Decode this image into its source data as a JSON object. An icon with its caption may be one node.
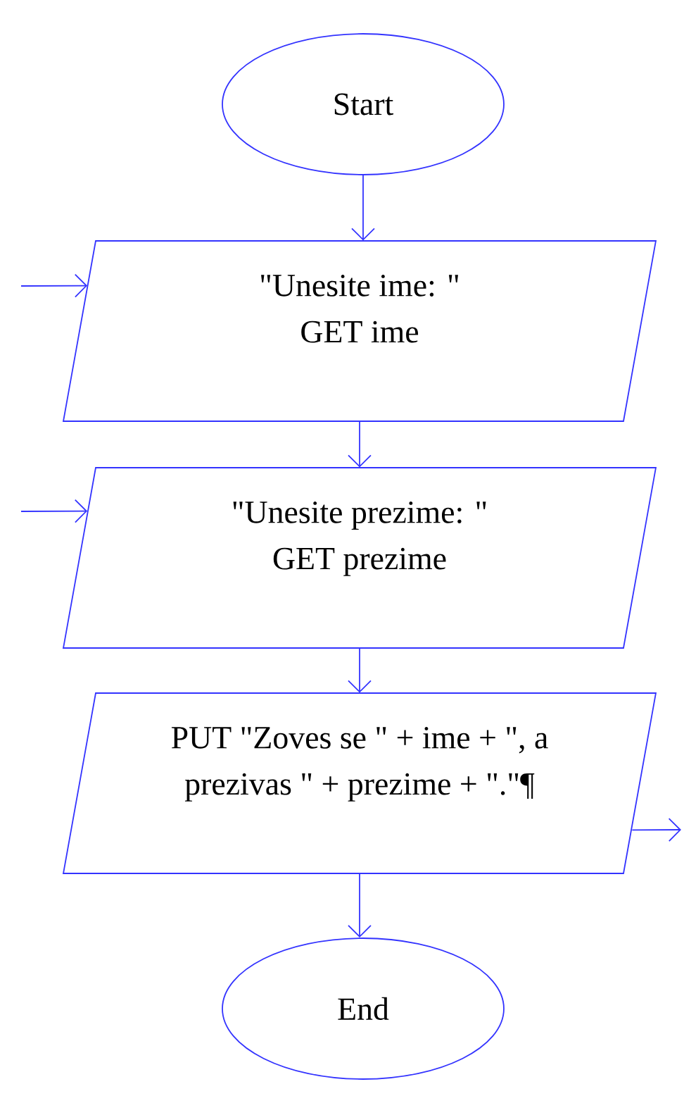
{
  "diagram": {
    "nodes": [
      {
        "text": [
          "Start"
        ]
      },
      {
        "text": [
          "\"Unesite ime: \"",
          "GET ime"
        ]
      },
      {
        "text": [
          "\"Unesite prezime: \"",
          "GET prezime"
        ]
      },
      {
        "text": [
          "PUT \"Zoves se \" + ime + \", a prezivas \" + prezime + \".\"¶"
        ]
      },
      {
        "text": [
          "End"
        ]
      }
    ],
    "edges": [
      {
        "from": 0,
        "to": 1,
        "arrow": "to"
      },
      {
        "from": null,
        "to": 1,
        "arrow": "to"
      },
      {
        "from": 1,
        "to": 2,
        "arrow": "to"
      },
      {
        "from": null,
        "to": 2,
        "arrow": "to"
      },
      {
        "from": 2,
        "to": 3,
        "arrow": "to"
      },
      {
        "from": 3,
        "to": null,
        "arrow": "to"
      },
      {
        "from": 3,
        "to": 4,
        "arrow": "to"
      }
    ]
  }
}
